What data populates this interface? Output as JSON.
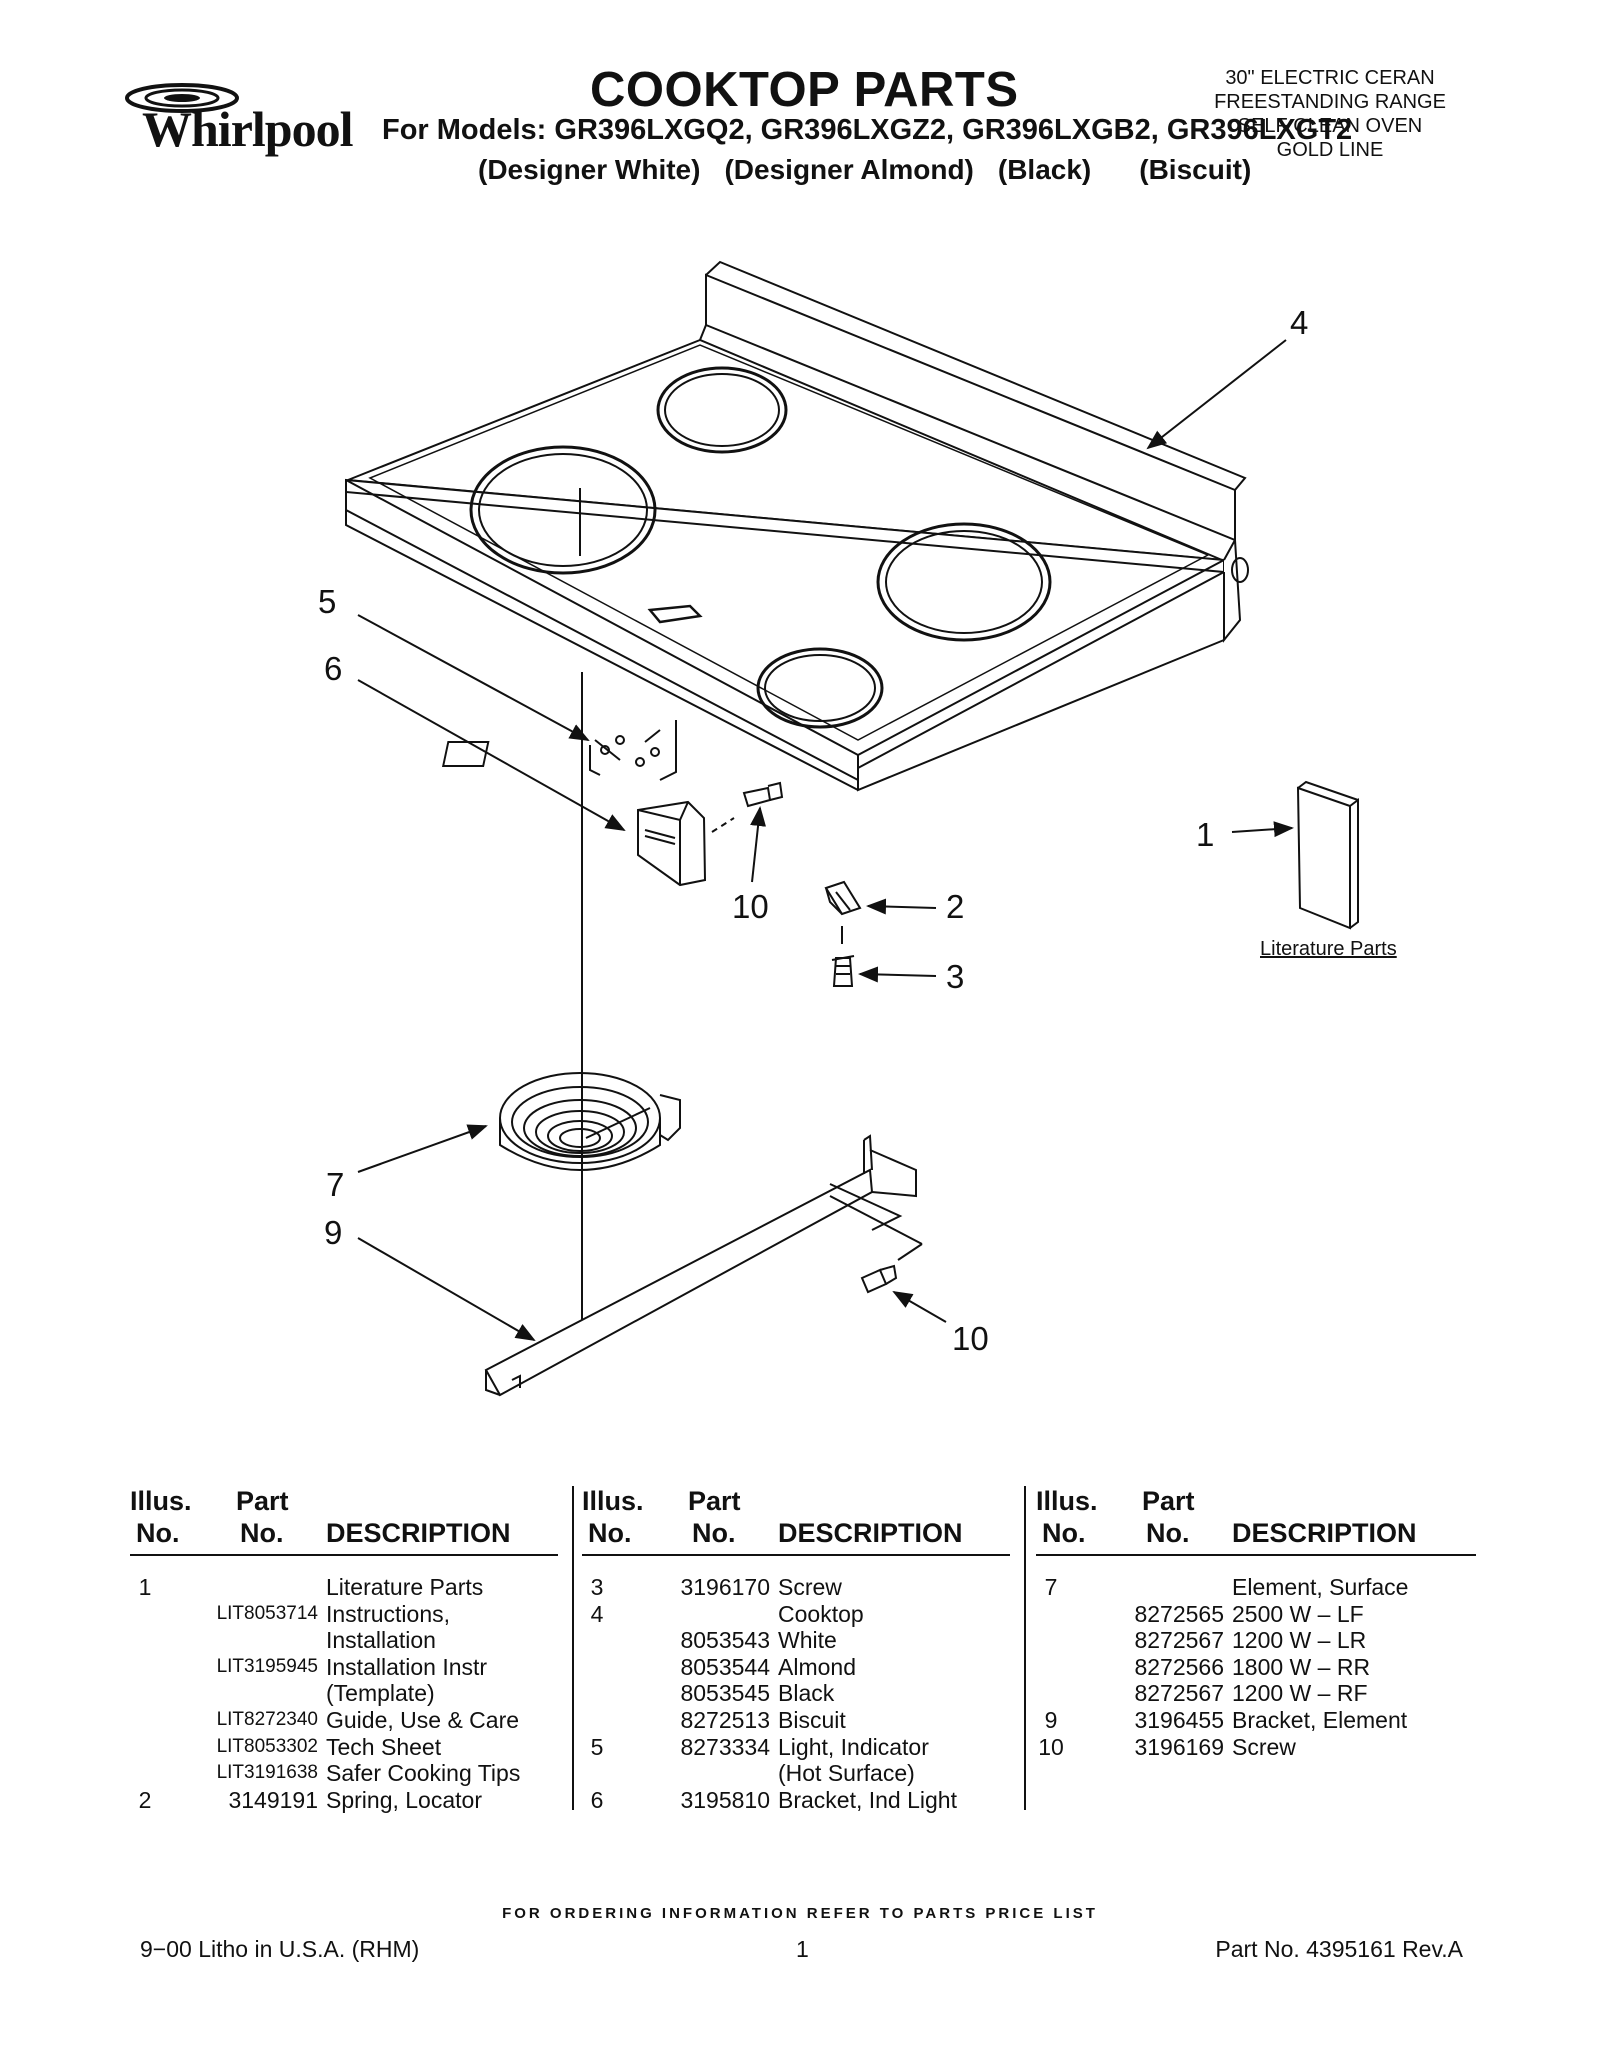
{
  "brand": "Whirlpool",
  "title": "COOKTOP PARTS",
  "models_line": "For Models: GR396LXGQ2, GR396LXGZ2, GR396LXGB2, GR396LXGT2",
  "variants": [
    "(Designer White)",
    "(Designer Almond)",
    "(Black)",
    "(Biscuit)"
  ],
  "spec": [
    "30\" ELECTRIC CERAN",
    "FREESTANDING RANGE",
    "SELF CLEAN OVEN",
    "GOLD LINE"
  ],
  "diagram": {
    "callouts": {
      "c1": "1",
      "c2": "2",
      "c3": "3",
      "c4": "4",
      "c5": "5",
      "c6": "6",
      "c7": "7",
      "c9": "9",
      "c10a": "10",
      "c10b": "10"
    },
    "literature_label": "Literature Parts"
  },
  "table": {
    "headers": {
      "illus": "Illus.",
      "no": "No.",
      "part": "Part",
      "part_no": "No.",
      "description": "DESCRIPTION"
    },
    "col1": [
      {
        "illus": "1",
        "part": "",
        "desc": "Literature Parts"
      },
      {
        "illus": "",
        "part": "LIT8053714",
        "desc": "Instructions,"
      },
      {
        "illus": "",
        "part": "",
        "desc": "Installation"
      },
      {
        "illus": "",
        "part": "LIT3195945",
        "desc": "Installation Instr"
      },
      {
        "illus": "",
        "part": "",
        "desc": "(Template)"
      },
      {
        "illus": "",
        "part": "LIT8272340",
        "desc": "Guide, Use & Care"
      },
      {
        "illus": "",
        "part": "LIT8053302",
        "desc": "Tech Sheet"
      },
      {
        "illus": "",
        "part": "LIT3191638",
        "desc": "Safer Cooking Tips"
      },
      {
        "illus": "2",
        "part": "3149191",
        "desc": "Spring, Locator"
      }
    ],
    "col2": [
      {
        "illus": "3",
        "part": "3196170",
        "desc": "Screw"
      },
      {
        "illus": "4",
        "part": "",
        "desc": "Cooktop"
      },
      {
        "illus": "",
        "part": "8053543",
        "desc": "White"
      },
      {
        "illus": "",
        "part": "8053544",
        "desc": "Almond"
      },
      {
        "illus": "",
        "part": "8053545",
        "desc": "Black"
      },
      {
        "illus": "",
        "part": "8272513",
        "desc": "Biscuit"
      },
      {
        "illus": "5",
        "part": "8273334",
        "desc": "Light, Indicator"
      },
      {
        "illus": "",
        "part": "",
        "desc": "(Hot Surface)"
      },
      {
        "illus": "6",
        "part": "3195810",
        "desc": "Bracket, Ind Light"
      }
    ],
    "col3": [
      {
        "illus": "7",
        "part": "",
        "desc": "Element, Surface"
      },
      {
        "illus": "",
        "part": "8272565",
        "desc": "2500 W – LF"
      },
      {
        "illus": "",
        "part": "8272567",
        "desc": "1200 W – LR"
      },
      {
        "illus": "",
        "part": "8272566",
        "desc": "1800 W – RR"
      },
      {
        "illus": "",
        "part": "8272567",
        "desc": "1200 W – RF"
      },
      {
        "illus": "9",
        "part": "3196455",
        "desc": "Bracket, Element"
      },
      {
        "illus": "10",
        "part": "3196169",
        "desc": "Screw"
      }
    ]
  },
  "ordering_note": "FOR ORDERING INFORMATION REFER TO PARTS PRICE LIST",
  "footer": {
    "left": "9−00 Litho in U.S.A. (RHM)",
    "center": "1",
    "right": "Part No. 4395161 Rev.A"
  }
}
